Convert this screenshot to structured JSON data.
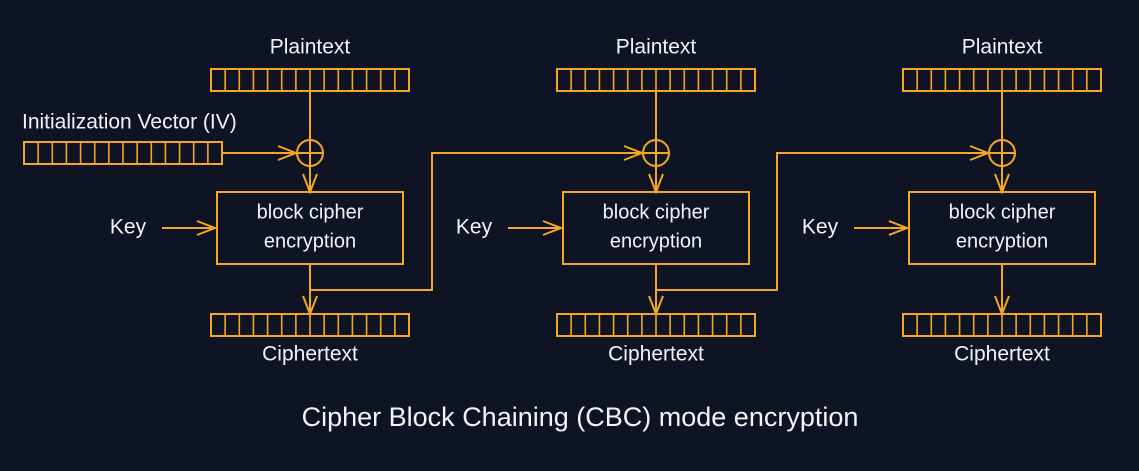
{
  "diagram": {
    "title": "Cipher Block Chaining (CBC) mode encryption",
    "background_color": "#0e1423",
    "wire_color": "#f5a623",
    "text_color": "#f2f3f7",
    "block_cell_count": 14,
    "iv_label": "Initialization Vector (IV)",
    "stages": [
      {
        "plaintext_label": "Plaintext",
        "key_label": "Key",
        "cipher_label_line1": "block cipher",
        "cipher_label_line2": "encryption",
        "ciphertext_label": "Ciphertext",
        "xor_symbol": "xor"
      },
      {
        "plaintext_label": "Plaintext",
        "key_label": "Key",
        "cipher_label_line1": "block cipher",
        "cipher_label_line2": "encryption",
        "ciphertext_label": "Ciphertext",
        "xor_symbol": "xor"
      },
      {
        "plaintext_label": "Plaintext",
        "key_label": "Key",
        "cipher_label_line1": "block cipher",
        "cipher_label_line2": "encryption",
        "ciphertext_label": "Ciphertext",
        "xor_symbol": "xor"
      }
    ]
  }
}
